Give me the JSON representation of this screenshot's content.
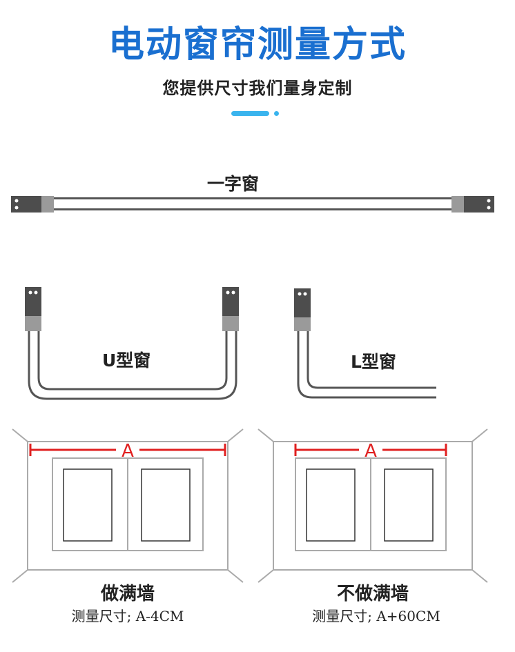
{
  "header": {
    "title": "电动窗帘测量方式",
    "subtitle": "您提供尺寸我们量身定制"
  },
  "track_types": {
    "straight": "一字窗",
    "u_shape": "U型窗",
    "l_shape": "L型窗"
  },
  "diagrams": {
    "full_wall": {
      "dimension_label": "A",
      "caption": "做满墙",
      "formula": "测量尺寸; A-4CM"
    },
    "partial_wall": {
      "dimension_label": "A",
      "caption": "不做满墙",
      "formula": "测量尺寸; A+60CM"
    }
  },
  "colors": {
    "title": "#1a6fd0",
    "accent": "#3ab4ee",
    "dimension_line": "#e02020",
    "track": "#555555",
    "bracket": "#4d4d4d",
    "connector": "#9a9a9a"
  }
}
